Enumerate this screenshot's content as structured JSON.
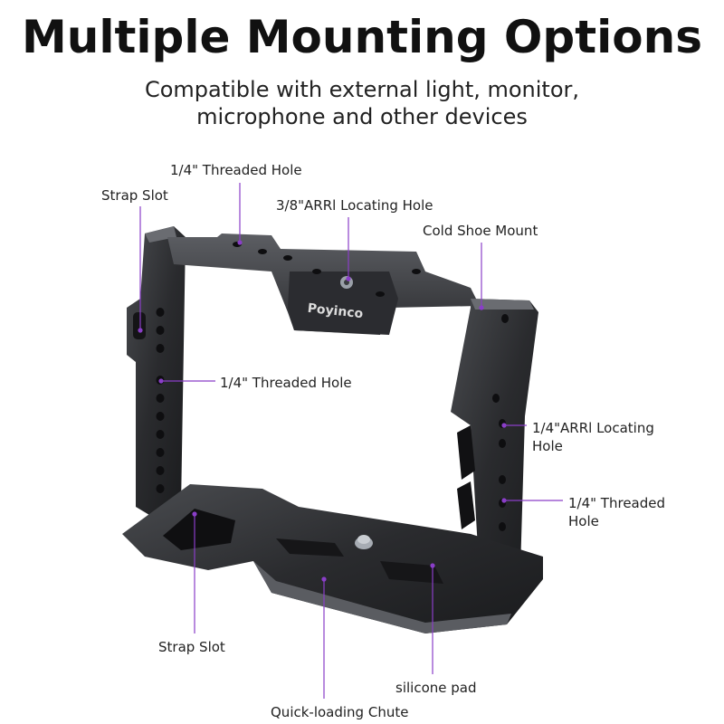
{
  "title": "Multiple Mounting Options",
  "subtitle_line1": "Compatible with external light, monitor,",
  "subtitle_line2": "microphone and other devices",
  "brand": "Poyinco",
  "accent_color": "#8a3ec8",
  "callouts": {
    "threaded_hole_top": "1/4\" Threaded Hole",
    "strap_slot_top": "Strap Slot",
    "arri_locating_hole": "3/8\"ARRl Locating Hole",
    "cold_shoe_mount": "Cold Shoe Mount",
    "threaded_hole_left": "1/4\" Threaded Hole",
    "arri_locating_right_1": "1/4\"ARRl Locating",
    "arri_locating_right_2": "Hole",
    "threaded_hole_right_1": "1/4\" Threaded",
    "threaded_hole_right_2": "Hole",
    "strap_slot_bottom": "Strap Slot",
    "silicone_pad": "silicone pad",
    "quick_loading_chute": "Quick-loading Chute"
  }
}
